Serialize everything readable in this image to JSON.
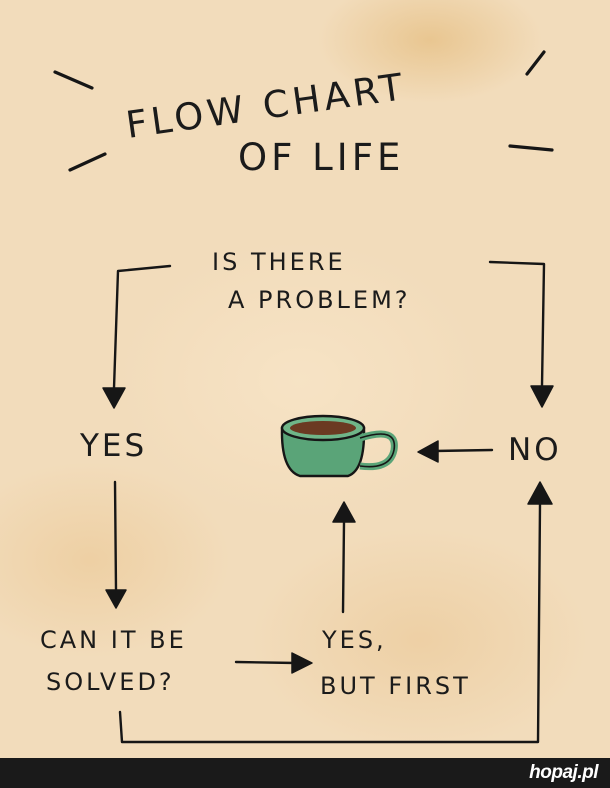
{
  "title": {
    "line1": "FLOW CHART",
    "line2": "OF LIFE"
  },
  "nodes": {
    "question_line1": "IS THERE",
    "question_line2": "A PROBLEM?",
    "yes": "YES",
    "no": "NO",
    "solvable_line1": "CAN IT BE",
    "solvable_line2": "SOLVED?",
    "yes_but_line1": "YES,",
    "yes_but_line2": "BUT FIRST"
  },
  "coffee": {
    "icon": "coffee-cup-icon",
    "cup_color": "#5aa478",
    "coffee_color": "#6b3a22"
  },
  "colors": {
    "paper": "#f2dcbb",
    "ink": "#161616"
  },
  "footer": {
    "watermark": "hopaj.pl"
  }
}
